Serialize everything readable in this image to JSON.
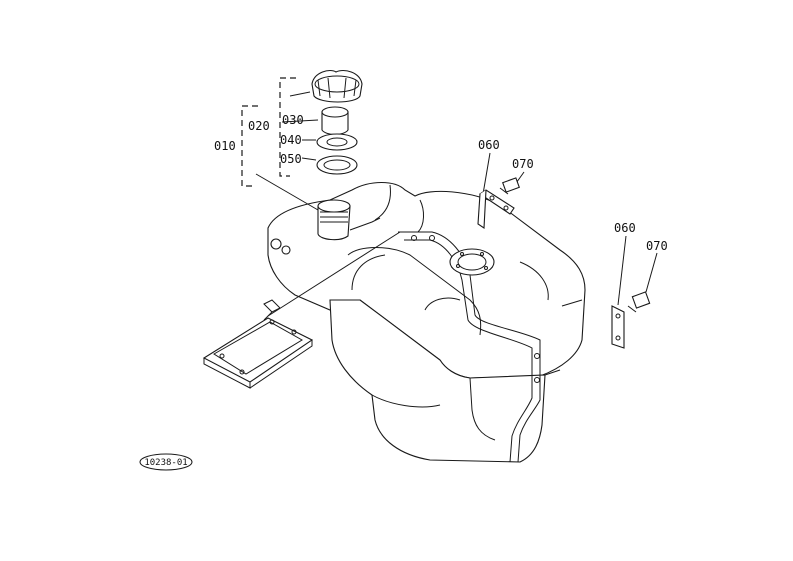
{
  "parts": {
    "p010": "010",
    "p020": "020",
    "p030": "030",
    "p040": "040",
    "p050": "050",
    "p060a": "060",
    "p070a": "070",
    "p060b": "060",
    "p070b": "070"
  },
  "reference_code": "10238-01"
}
